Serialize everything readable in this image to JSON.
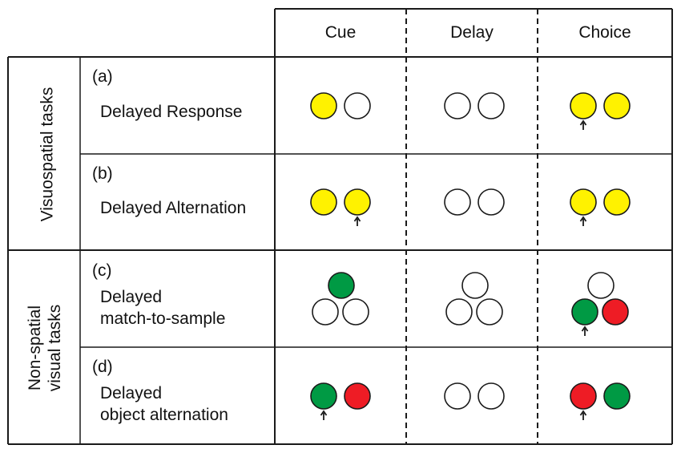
{
  "columns": [
    "Cue",
    "Delay",
    "Choice"
  ],
  "groups": [
    {
      "label": "Visuospatial tasks"
    },
    {
      "label_lines": [
        "Non-spatial",
        "visual tasks"
      ]
    }
  ],
  "rows": [
    {
      "letter": "(a)",
      "name_lines": [
        "Delayed Response"
      ],
      "cue": {
        "layout": "pair",
        "colors": [
          "yellow",
          "white"
        ],
        "arrow": null
      },
      "delay": {
        "layout": "pair",
        "colors": [
          "white",
          "white"
        ],
        "arrow": null
      },
      "choice": {
        "layout": "pair",
        "colors": [
          "yellow",
          "yellow"
        ],
        "arrow": "left"
      }
    },
    {
      "letter": "(b)",
      "name_lines": [
        "Delayed Alternation"
      ],
      "cue": {
        "layout": "pair",
        "colors": [
          "yellow",
          "yellow"
        ],
        "arrow": "right"
      },
      "delay": {
        "layout": "pair",
        "colors": [
          "white",
          "white"
        ],
        "arrow": null
      },
      "choice": {
        "layout": "pair",
        "colors": [
          "yellow",
          "yellow"
        ],
        "arrow": "left"
      }
    },
    {
      "letter": "(c)",
      "name_lines": [
        "Delayed",
        "match-to-sample"
      ],
      "cue": {
        "layout": "triad",
        "colors": [
          "green",
          "white",
          "white"
        ],
        "arrow": null
      },
      "delay": {
        "layout": "triad",
        "colors": [
          "white",
          "white",
          "white"
        ],
        "arrow": null
      },
      "choice": {
        "layout": "triad",
        "colors": [
          "white",
          "green",
          "red"
        ],
        "arrow": "left"
      }
    },
    {
      "letter": "(d)",
      "name_lines": [
        "Delayed",
        "object alternation"
      ],
      "cue": {
        "layout": "pair",
        "colors": [
          "green",
          "red"
        ],
        "arrow": "left"
      },
      "delay": {
        "layout": "pair",
        "colors": [
          "white",
          "white"
        ],
        "arrow": null
      },
      "choice": {
        "layout": "pair",
        "colors": [
          "red",
          "green"
        ],
        "arrow": "left"
      }
    }
  ],
  "colors": {
    "yellow": "#fff200",
    "green": "#009a44",
    "red": "#ee1c25",
    "white": "#ffffff",
    "line": "#1a1a1a"
  }
}
